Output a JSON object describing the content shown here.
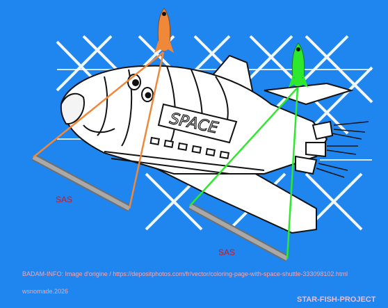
{
  "colors": {
    "background": "#1f86f0",
    "label_red": "#d0141c",
    "credit_pink": "#f3a6b4",
    "year_pink": "#f3a6b4",
    "brand_pink": "#f7b9c3",
    "rocket_orange": "#f0883a",
    "rocket_green": "#2ee82e",
    "bar_gray": "#8f8f8f"
  },
  "illustration": {
    "shuttle_text": "SPACE",
    "icons": [
      "space-shuttle",
      "rocket-orange",
      "rocket-green",
      "sas-bar-left",
      "sas-bar-right"
    ]
  },
  "labels": {
    "sas_left": "SAS",
    "sas_right": "SAS"
  },
  "footer": {
    "credit": "BADAM-INFO: Image d'origine / https://depositphotos.com/fr/vector/coloring-page-with-space-shuttle-333098102.html",
    "year": "wsnomade.2026",
    "brand": "STAR-FISH-PROJECT"
  }
}
